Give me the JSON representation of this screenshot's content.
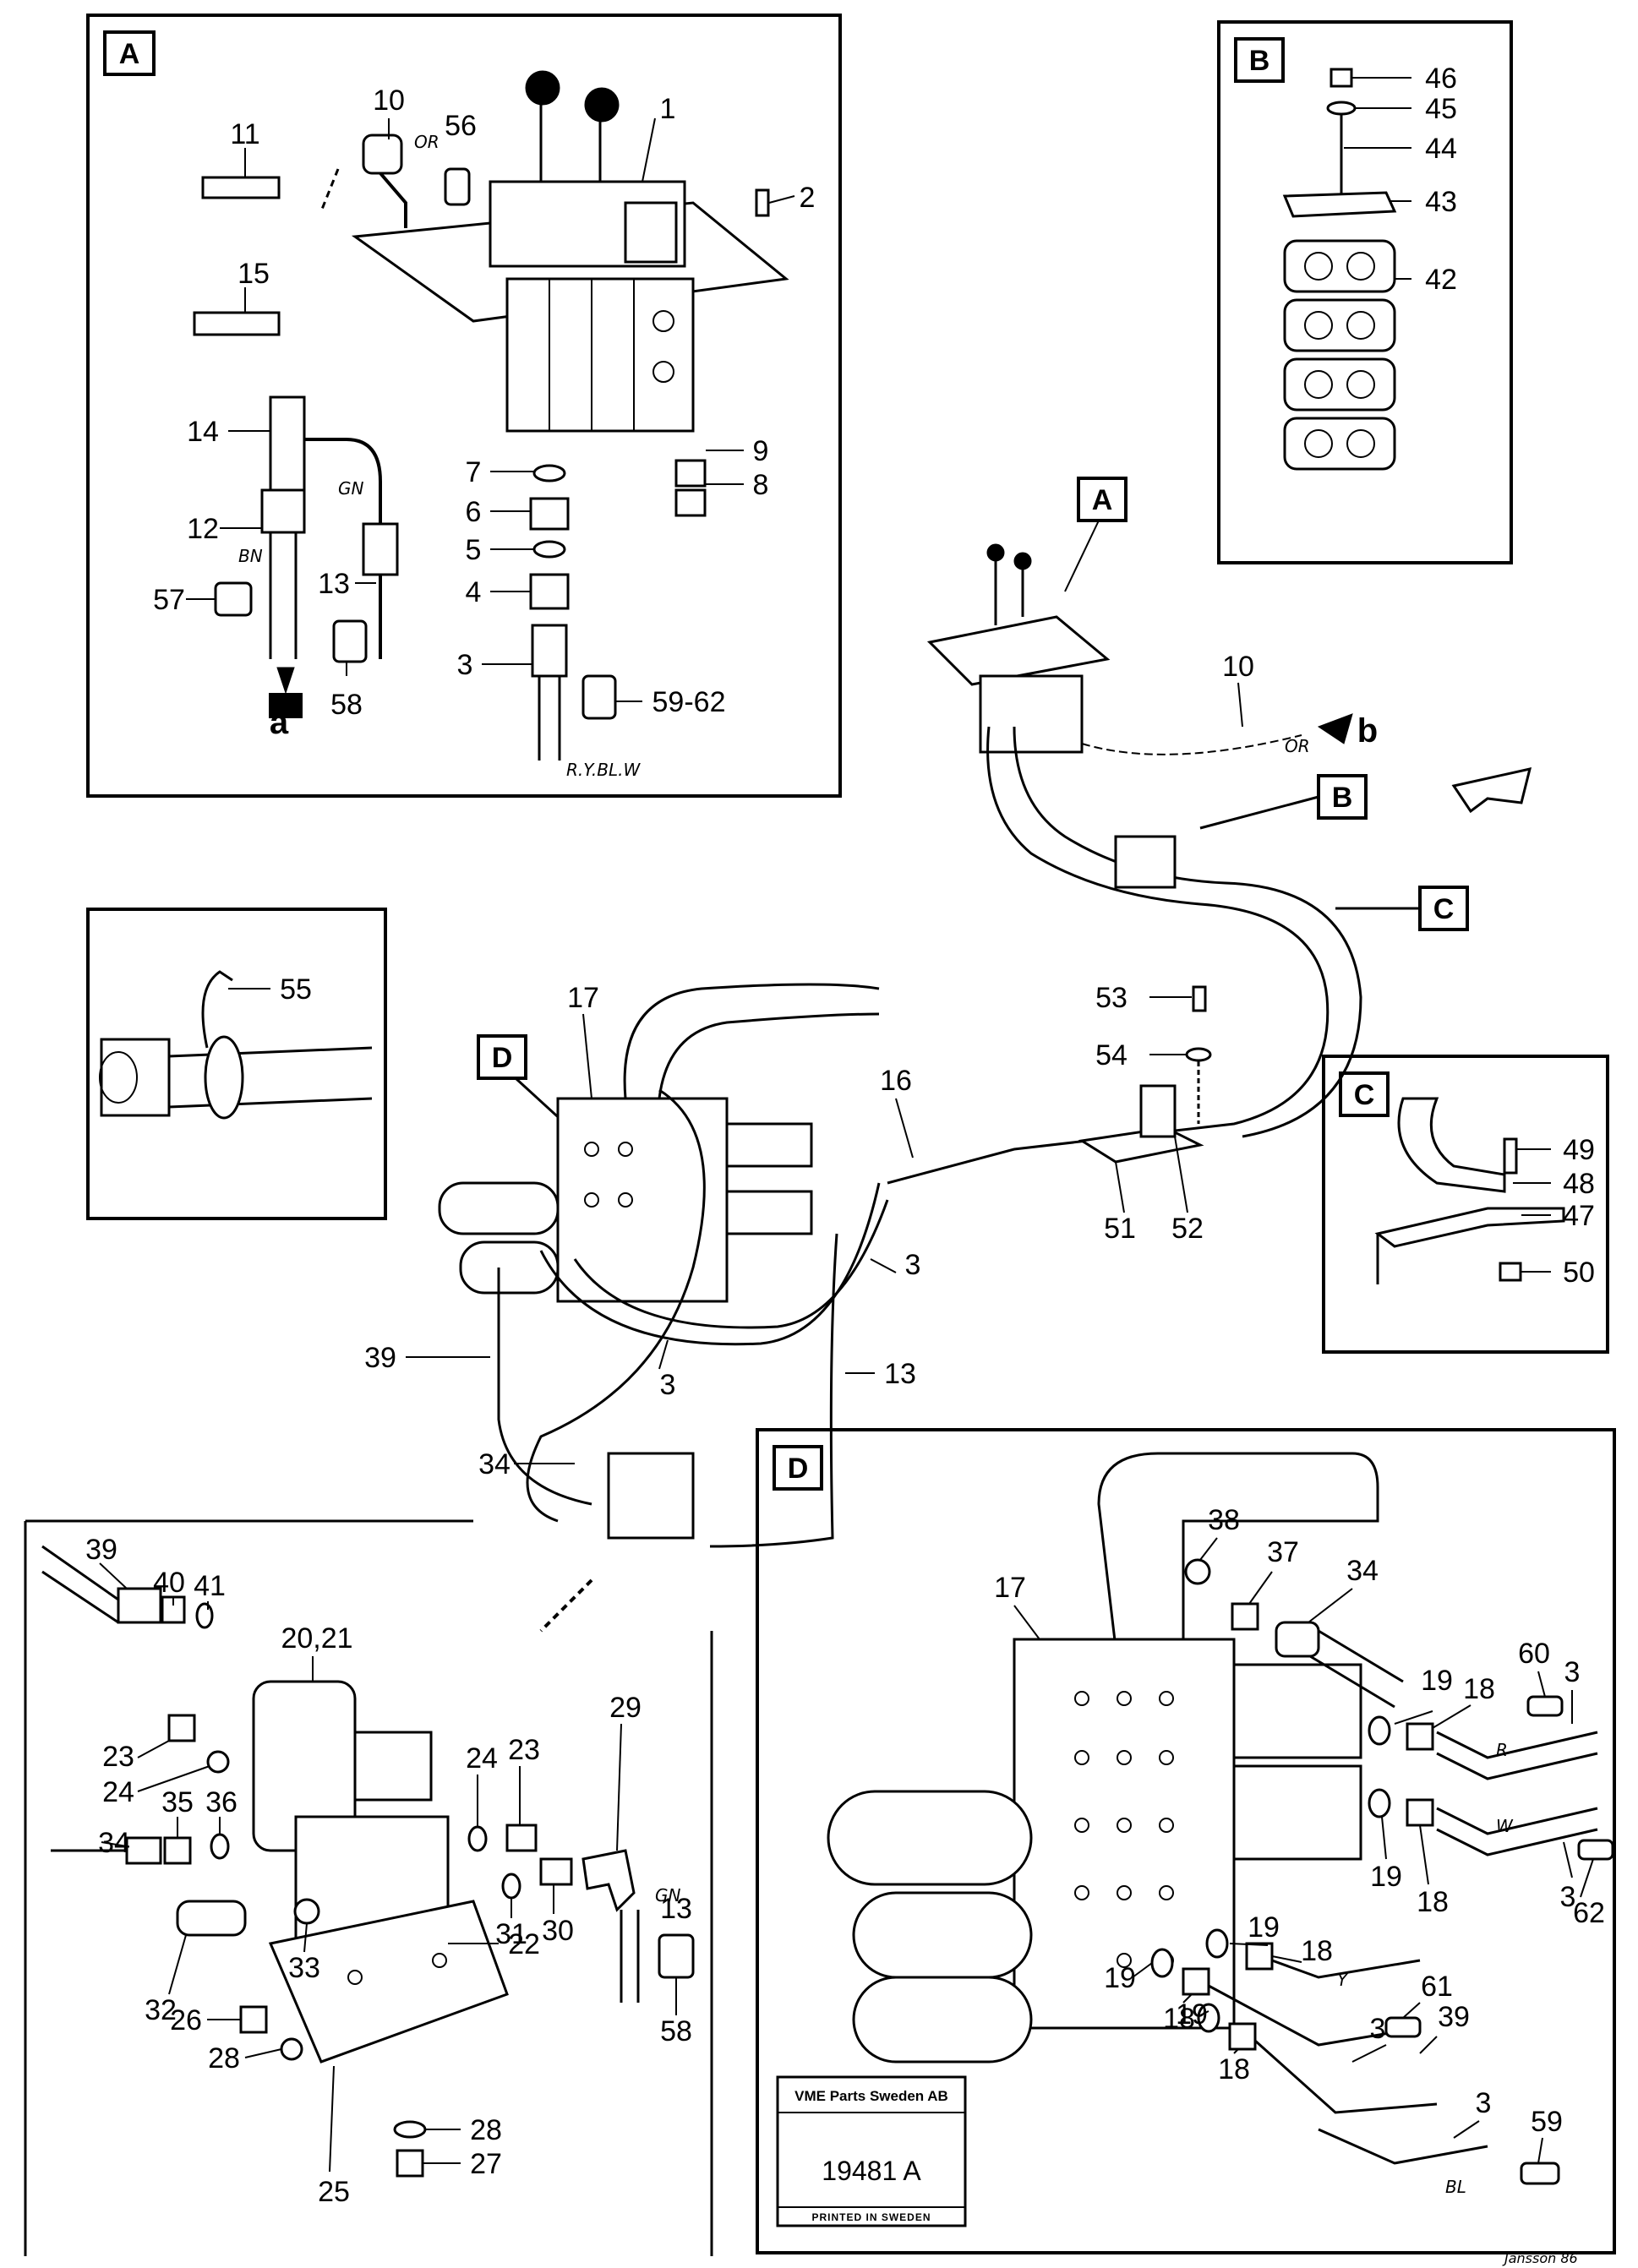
{
  "panels": {
    "A": {
      "letter": "A",
      "callouts": [
        "11",
        "10",
        "56",
        "1",
        "2",
        "15",
        "14",
        "7",
        "9",
        "6",
        "8",
        "5",
        "12",
        "4",
        "13",
        "57",
        "3",
        "58",
        "59-62"
      ],
      "arrow_label": "a",
      "wire_codes": {
        "or": "OR",
        "gn": "GN",
        "bn": "BN",
        "colors": "R.Y.BL.W"
      }
    },
    "B": {
      "letter": "B",
      "callouts": [
        "46",
        "45",
        "44",
        "43",
        "42"
      ]
    },
    "C": {
      "letter": "C",
      "callouts": [
        "49",
        "48",
        "47",
        "50"
      ]
    },
    "D": {
      "letter": "D",
      "callouts": [
        "38",
        "37",
        "34",
        "17",
        "60",
        "19",
        "18",
        "3",
        "19",
        "18",
        "3",
        "62",
        "19",
        "18",
        "61",
        "19",
        "18",
        "3",
        "39",
        "19",
        "18",
        "3",
        "59"
      ],
      "wire_codes": {
        "r": "R",
        "w": "W",
        "y": "Y",
        "bl": "BL"
      }
    },
    "valve": {
      "callouts": [
        "20,21",
        "39",
        "40",
        "41",
        "23",
        "24",
        "36",
        "35",
        "34",
        "24",
        "23",
        "29",
        "31",
        "30",
        "13",
        "33",
        "22",
        "32",
        "26",
        "28",
        "58",
        "28",
        "27",
        "25"
      ],
      "wire_codes": {
        "gn": "GN"
      }
    },
    "clamp": {
      "callouts": [
        "55"
      ]
    }
  },
  "overview": {
    "labels": {
      "A": "A",
      "B": "B",
      "C": "C",
      "D": "D"
    },
    "callouts": [
      "10",
      "17",
      "53",
      "54",
      "16",
      "52",
      "51",
      "3",
      "39",
      "3",
      "13",
      "34"
    ],
    "arrow_label": "b",
    "wire_or": "OR"
  },
  "stamp": {
    "company": "VME Parts Sweden AB",
    "number": "19481 A",
    "footer": "PRINTED IN SWEDEN"
  },
  "signature": "Jansson 86"
}
